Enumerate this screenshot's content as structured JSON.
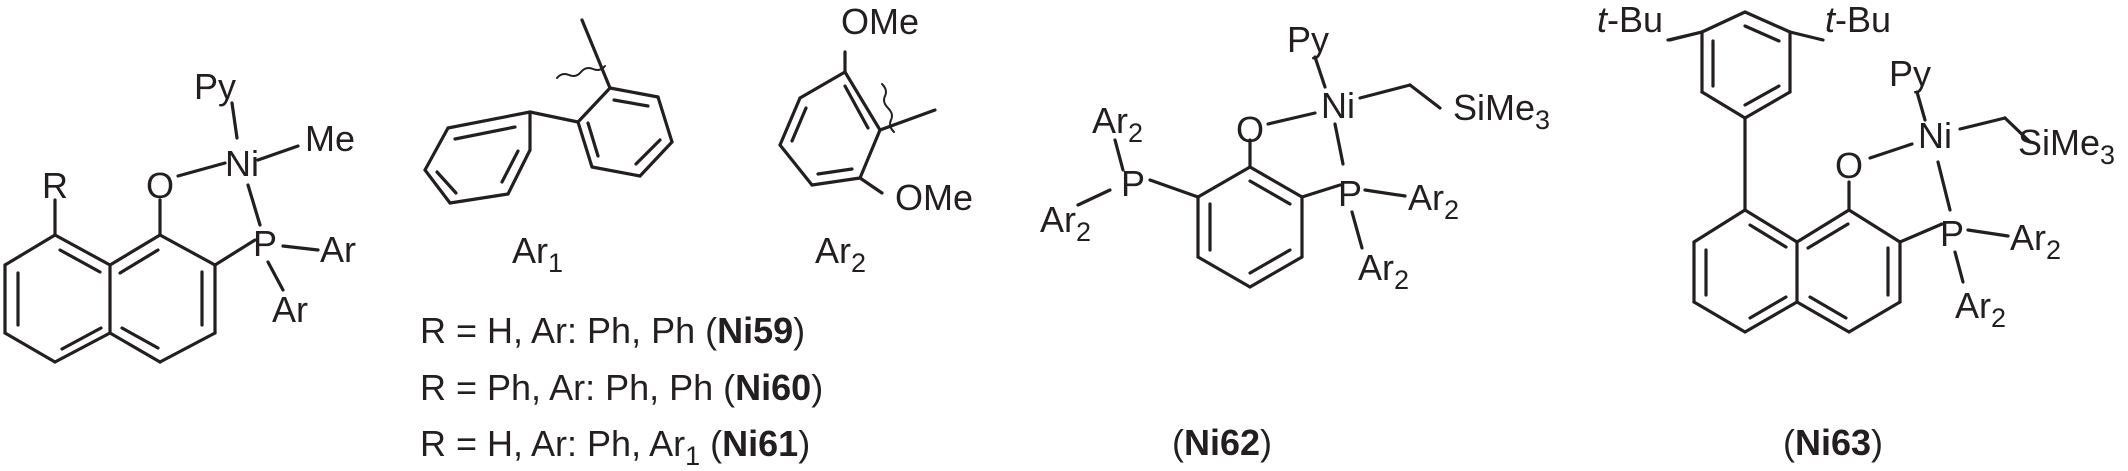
{
  "atoms": {
    "R": "R",
    "O": "O",
    "Ni": "Ni",
    "P": "P",
    "Py": "Py",
    "Me": "Me",
    "Ar": "Ar",
    "OMe": "OMe",
    "tBu_prefix": "t",
    "tBu_suffix": "-Bu",
    "SiMe": "SiMe",
    "sub_1": "1",
    "sub_2": "2",
    "sub_3": "3"
  },
  "captions": [
    {
      "pre": "R = H, Ar: Ph, Ph (",
      "bold": "Ni59",
      "post": ")"
    },
    {
      "pre": "R = Ph, Ar: Ph, Ph (",
      "bold": "Ni60",
      "post": ")"
    },
    {
      "pre": "R = H, Ar: Ph, Ar",
      "sub": "1",
      "mid": " (",
      "bold": "Ni61",
      "post": ")"
    }
  ],
  "compound_labels": [
    {
      "pre": "(",
      "bold": "Ni62",
      "post": ")"
    },
    {
      "pre": "(",
      "bold": "Ni63",
      "post": ")"
    }
  ]
}
